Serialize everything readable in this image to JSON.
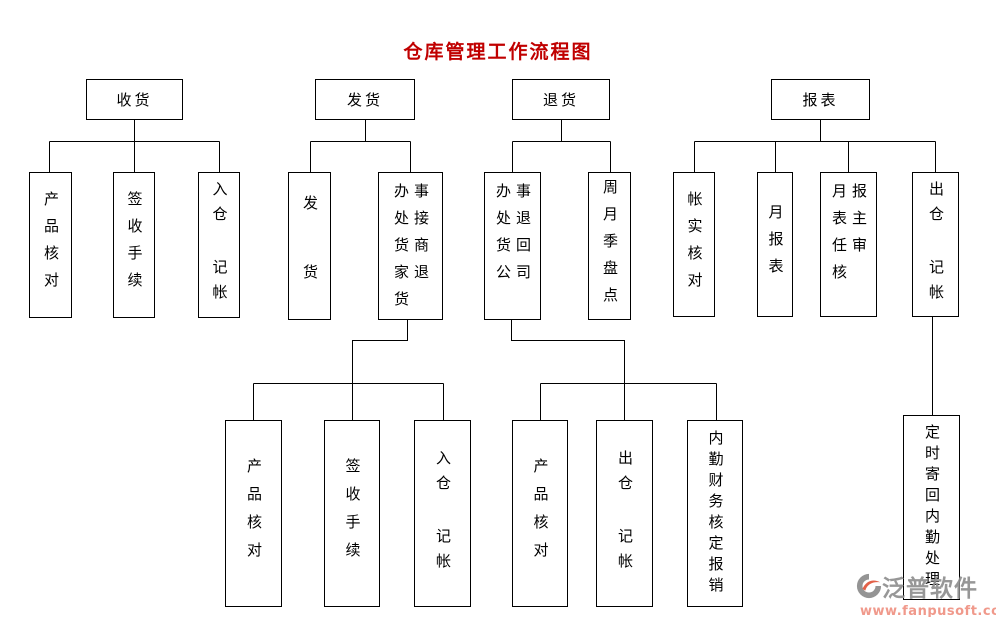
{
  "title": "仓库管理工作流程图",
  "colors": {
    "title": "#c00000",
    "line": "#000000",
    "box_border": "#000000",
    "watermark_brand": "#8f8f8f",
    "watermark_url": "#ef9182"
  },
  "nodes": {
    "receiving": {
      "header": "收货",
      "check": "产品核对",
      "sign": "签收手续",
      "in_book": "入仓 记帐"
    },
    "shipping": {
      "header": "发货",
      "ship": "发 货",
      "office_recv": {
        "label": "办事处接货商家退货",
        "col1": "办处货家货",
        "col2": "事接商退"
      },
      "sub_check": "产品核对",
      "sub_sign": "签收手续",
      "sub_in_book": "入仓 记帐"
    },
    "returns": {
      "header": "退货",
      "office_return": {
        "label": "办事处退货回公司",
        "col1": "办处货公",
        "col2": "事退回司"
      },
      "stocktake": "周月季盘点",
      "sub_check": "产品核对",
      "sub_out_book": "出仓 记帐",
      "sub_finance": "内勤财务核定报销"
    },
    "reports": {
      "header": "报表",
      "account_check": "帐实核对",
      "monthly": "月报表",
      "review": {
        "label": "月报表主任审核",
        "col1": "月表任核",
        "col2": "报主审"
      },
      "out_book": "出仓 记帐",
      "send_back": "定时寄回内勤处理"
    }
  },
  "watermark": {
    "brand": "泛普软件",
    "url": "www.fanpusoft.com"
  }
}
